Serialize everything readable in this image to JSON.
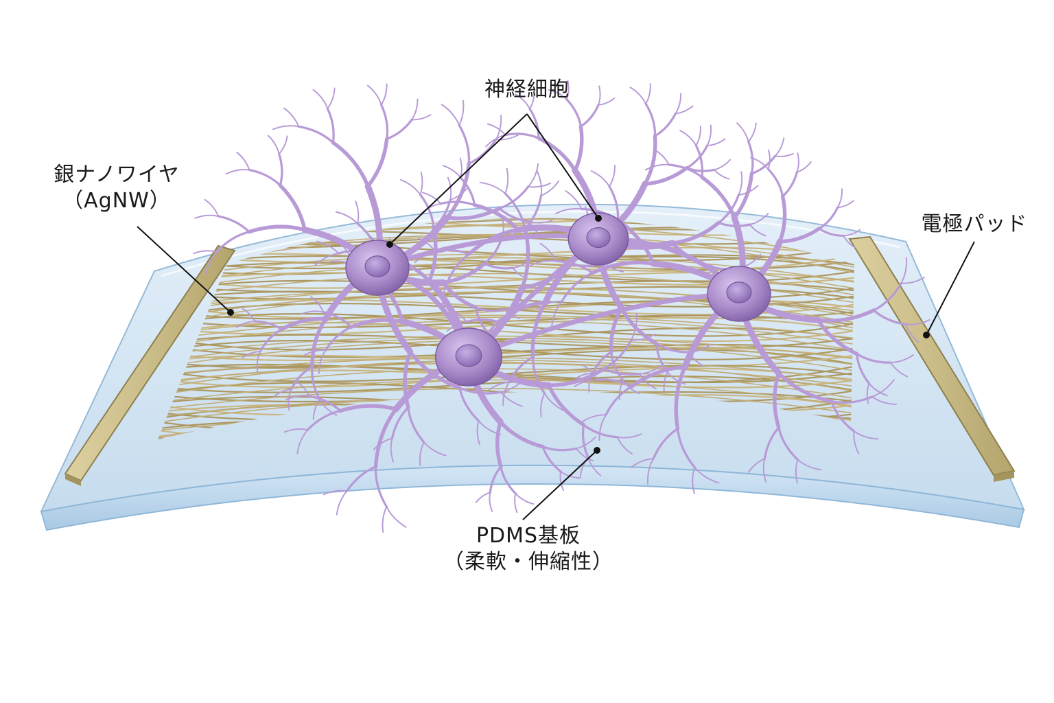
{
  "labels": {
    "neuron": "神経細胞",
    "agnw_line1": "銀ナノワイヤ",
    "agnw_line2": "（AgNW）",
    "electrode": "電極パッド",
    "pdms_line1": "PDMS基板",
    "pdms_line2": "（柔軟・伸縮性）"
  },
  "colors": {
    "substrate_fill": "#cfe3f3",
    "substrate_edge": "#8fb7d8",
    "nanowire": "#b49c5e",
    "electrode": "#c9bb86",
    "neuron_body": "#a98bc9",
    "neuron_dendrite": "#b89ad6",
    "leader_line": "#111111"
  }
}
